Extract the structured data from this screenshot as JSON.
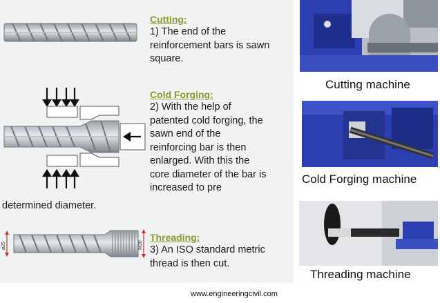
{
  "steps": [
    {
      "heading": "Cutting:",
      "lines": [
        "1) The end of the",
        "reinforcement bars is sawn",
        "square."
      ]
    },
    {
      "heading": "Cold Forging:",
      "lines": [
        "2) With the help of",
        "patented cold forging, the",
        "sawn end of the",
        "reinforcing bar is then",
        "enlarged. With this the",
        "core diameter of the bar is",
        "increased to pre",
        "determined diameter."
      ]
    },
    {
      "heading": "Threading:",
      "lines": [
        "3) An ISO standard metric",
        "thread is then cut."
      ]
    }
  ],
  "dimensions": {
    "bar": "ø25",
    "thread": "M30"
  },
  "machines": [
    {
      "caption": "Cutting machine"
    },
    {
      "caption": "Cold Forging machine"
    },
    {
      "caption": "Threading machine"
    }
  ],
  "footer": "www.engineeringcivil.com",
  "colors": {
    "heading": "#8b9a2e",
    "machine_blue": "#2b3fb0",
    "dimension_red": "#d0302a"
  }
}
